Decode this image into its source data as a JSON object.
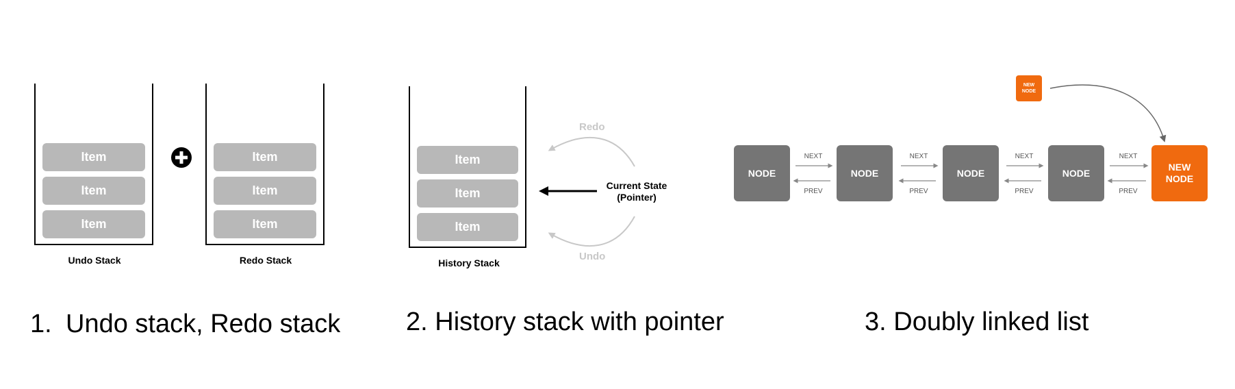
{
  "panel1": {
    "undo_stack": {
      "label": "Undo Stack",
      "items": [
        "Item",
        "Item",
        "Item"
      ]
    },
    "redo_stack": {
      "label": "Redo Stack",
      "items": [
        "Item",
        "Item",
        "Item"
      ]
    },
    "plus_icon": "plus-circle-icon",
    "caption_number": "1.",
    "caption_text": "Undo stack, Redo stack"
  },
  "panel2": {
    "history_stack": {
      "label": "History Stack",
      "items": [
        "Item",
        "Item",
        "Item"
      ]
    },
    "redo_label": "Redo",
    "undo_label": "Undo",
    "current_state_line1": "Current State",
    "current_state_line2": "(Pointer)",
    "caption": "2. History stack with pointer"
  },
  "panel3": {
    "nodes": [
      "NODE",
      "NODE",
      "NODE",
      "NODE"
    ],
    "new_node_line1": "NEW",
    "new_node_line2": "NODE",
    "incoming_node_line1": "NEW",
    "incoming_node_line2": "NODE",
    "next_label": "NEXT",
    "prev_label": "PREV",
    "caption": "3. Doubly linked list"
  },
  "colors": {
    "item_fill": "#b8b8b8",
    "node_fill": "#757575",
    "new_node_fill": "#f06a0f",
    "faded_arrow": "#c8c8c8"
  }
}
